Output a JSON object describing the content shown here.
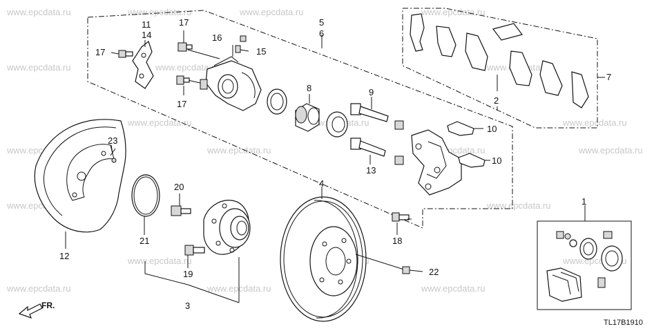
{
  "watermark": "www.epcdata.ru",
  "diagram_code": "TL17B1910",
  "front_arrow_label": "FR.",
  "callouts": {
    "c1": "1",
    "c2": "2",
    "c3": "3",
    "c4": "4",
    "c5": "5",
    "c6": "6",
    "c7": "7",
    "c8": "8",
    "c9": "9",
    "c10a": "10",
    "c10b": "10",
    "c11": "11",
    "c12": "12",
    "c13": "13",
    "c14": "14",
    "c15": "15",
    "c16": "16",
    "c17a": "17",
    "c17b": "17",
    "c17c": "17",
    "c18": "18",
    "c19": "19",
    "c20": "20",
    "c21": "21",
    "c22": "22",
    "c23": "23"
  }
}
